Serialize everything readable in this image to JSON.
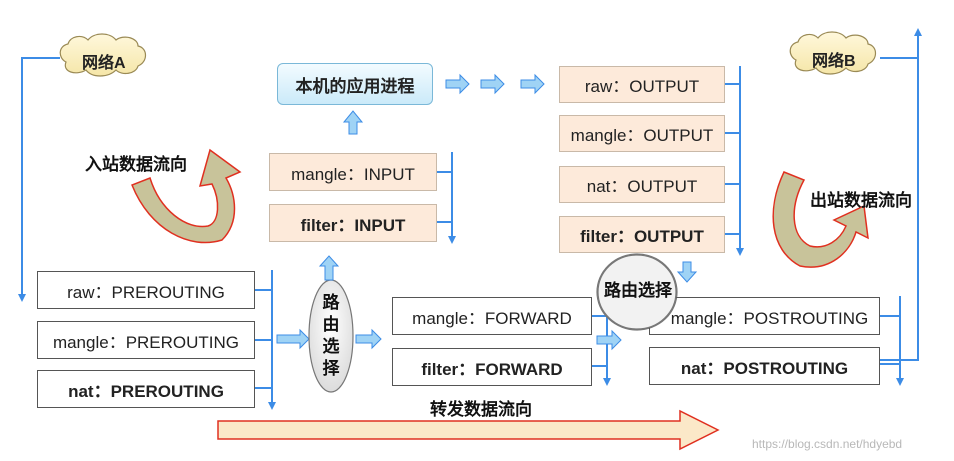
{
  "clouds": {
    "network_a": "网络A",
    "network_b": "网络B"
  },
  "app_process": "本机的应用进程",
  "input_chain": {
    "mangle": "mangle：INPUT",
    "filter": "filter：INPUT"
  },
  "output_chain": {
    "raw": "raw：OUTPUT",
    "mangle": "mangle：OUTPUT",
    "nat": "nat：OUTPUT",
    "filter": "filter：OUTPUT"
  },
  "prerouting_chain": {
    "raw": "raw：PREROUTING",
    "mangle": "mangle：PREROUTING",
    "nat": "nat：PREROUTING"
  },
  "forward_chain": {
    "mangle": "mangle：FORWARD",
    "filter": "filter：FORWARD"
  },
  "postrouting_chain": {
    "mangle": "mangle：POSTROUTING",
    "nat": "nat：POSTROUTING"
  },
  "routing_choice_left": [
    "路",
    "由",
    "选",
    "择"
  ],
  "routing_choice_right": "路由选择",
  "flow_labels": {
    "inbound": "入站数据流向",
    "outbound": "出站数据流向",
    "forward": "转发数据流向"
  },
  "watermark": "https://blog.csdn.net/hdyebd",
  "colors": {
    "line_blue": "#3c8ce6",
    "arrow_fill": "#9fd3f5",
    "box_peach": "#fdeada",
    "cloud_fill": "#fdf0c2",
    "curve_arrow_fill": "#c8c39a",
    "curve_arrow_edge": "#e03020",
    "forward_arrow_fill": "#fbe8c8"
  }
}
